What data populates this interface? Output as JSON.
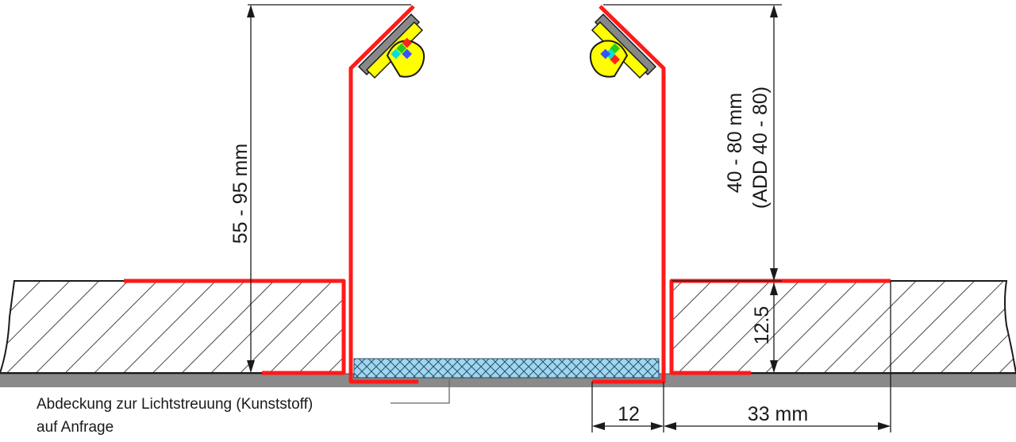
{
  "dimensions": {
    "left_height": "55 - 95 mm",
    "right_height_line1": "40 - 80 mm",
    "right_height_line2": "(ADD 40 - 80)",
    "board_thickness": "12.5",
    "gap_width": "12",
    "flange_width": "33 mm"
  },
  "note": {
    "line1": "Abdeckung zur Lichtstreuung (Kunststoff)",
    "line2": "auf Anfrage"
  },
  "colors": {
    "profile": "#ff1a1a",
    "diffuser": "#9fd6f0",
    "board_outline": "#1a1a1a",
    "ceiling_band": "#808080",
    "led_housing": "#ffff00",
    "led_base": "#808080"
  }
}
